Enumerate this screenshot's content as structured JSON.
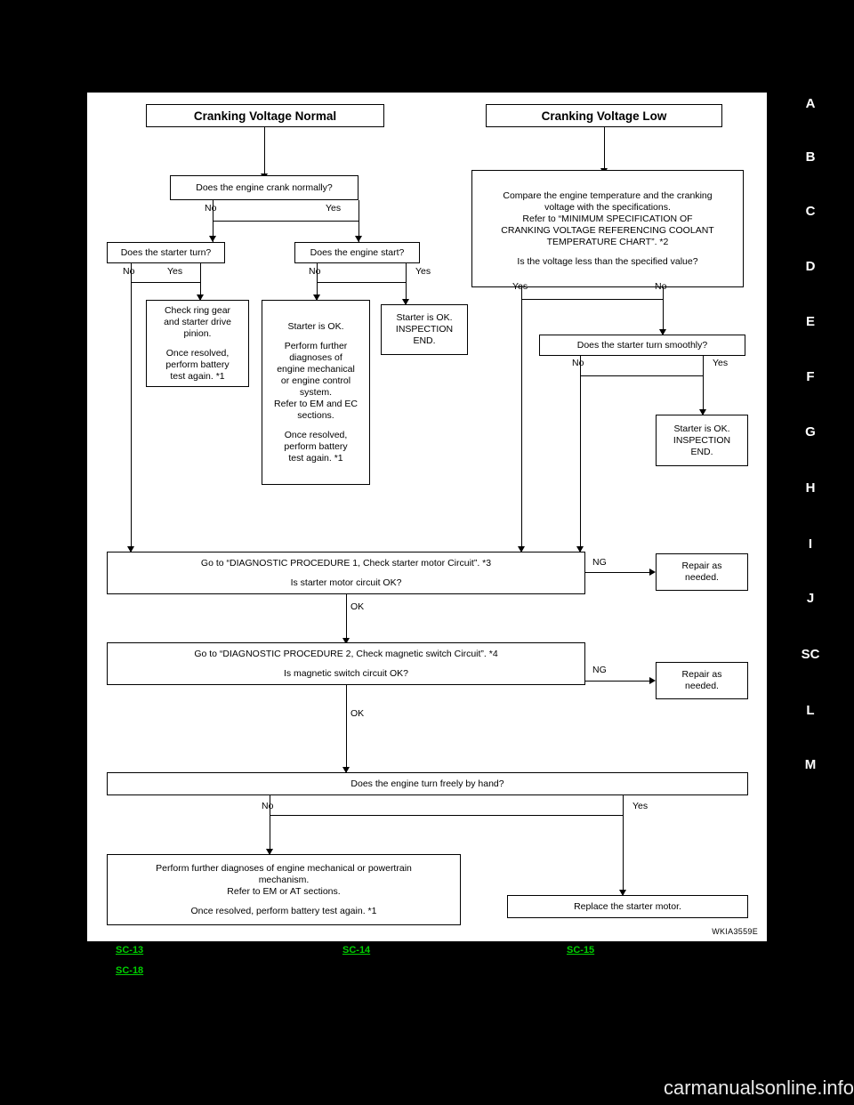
{
  "figure_code": "WKIA3559E",
  "watermark": "carmanualsonline.info",
  "side_index": [
    "A",
    "B",
    "C",
    "D",
    "E",
    "F",
    "G",
    "H",
    "I",
    "J",
    "SC",
    "L",
    "M"
  ],
  "bottom_links": [
    {
      "text": "SC-13"
    },
    {
      "text": "SC-14"
    },
    {
      "text": "SC-15"
    },
    {
      "text": "SC-18"
    }
  ],
  "nodes": {
    "title_normal": "Cranking Voltage Normal",
    "title_low": "Cranking Voltage Low",
    "crank_normally": "Does the engine crank normally?",
    "starter_turn": "Does the starter turn?",
    "engine_start": "Does the engine start?",
    "compare": {
      "line1": "Compare the engine temperature and the cranking",
      "line2": "voltage with the specifications.",
      "line3": "Refer to “MINIMUM SPECIFICATION OF",
      "line4": "CRANKING VOLTAGE REFERENCING COOLANT",
      "line5": "TEMPERATURE CHART”. *2",
      "line6": "Is the voltage less than the specified value?"
    },
    "turn_smoothly": "Does the starter turn smoothly?",
    "check_ring_gear": {
      "line1": "Check ring gear",
      "line2": "and starter drive",
      "line3": "pinion.",
      "line4": "Once resolved,",
      "line5": "perform battery",
      "line6": "test again. *1"
    },
    "starter_ok_further": {
      "line1": "Starter is OK.",
      "line2": "Perform further",
      "line3": "diagnoses of",
      "line4": "engine mechanical",
      "line5": "or engine control",
      "line6": "system.",
      "line7": "Refer to EM and EC",
      "line8": "sections.",
      "line9": "Once resolved,",
      "line10": "perform battery",
      "line11": "test again. *1"
    },
    "starter_ok_end_a": {
      "line1": "Starter is OK.",
      "line2": "INSPECTION",
      "line3": "END."
    },
    "starter_ok_end_b": {
      "line1": "Starter is OK.",
      "line2": "INSPECTION",
      "line3": "END."
    },
    "proc1": {
      "line1": "Go to “DIAGNOSTIC PROCEDURE 1, Check starter motor Circuit”. *3",
      "line2": "Is starter motor circuit OK?"
    },
    "proc2": {
      "line1": "Go to “DIAGNOSTIC PROCEDURE 2, Check magnetic switch Circuit”. *4",
      "line2": "Is magnetic switch circuit OK?"
    },
    "repair1": {
      "line1": "Repair as",
      "line2": "needed."
    },
    "repair2": {
      "line1": "Repair as",
      "line2": "needed."
    },
    "turn_freely": "Does the engine turn freely by hand?",
    "powertrain": {
      "line1": "Perform further diagnoses of engine mechanical or powertrain",
      "line2": "mechanism.",
      "line3": "Refer to EM or AT sections.",
      "line4": "Once resolved, perform battery test again. *1"
    },
    "replace_motor": "Replace the starter motor."
  },
  "edge_labels": {
    "no1": "No",
    "yes1": "Yes",
    "no2": "No",
    "yes2": "Yes",
    "no3": "No",
    "yes3": "Yes",
    "yes4": "Yes",
    "no4": "No",
    "no5": "No",
    "yes5": "Yes",
    "ng1": "NG",
    "ok1": "OK",
    "ng2": "NG",
    "ok2": "OK",
    "no6": "No",
    "yes6": "Yes"
  }
}
